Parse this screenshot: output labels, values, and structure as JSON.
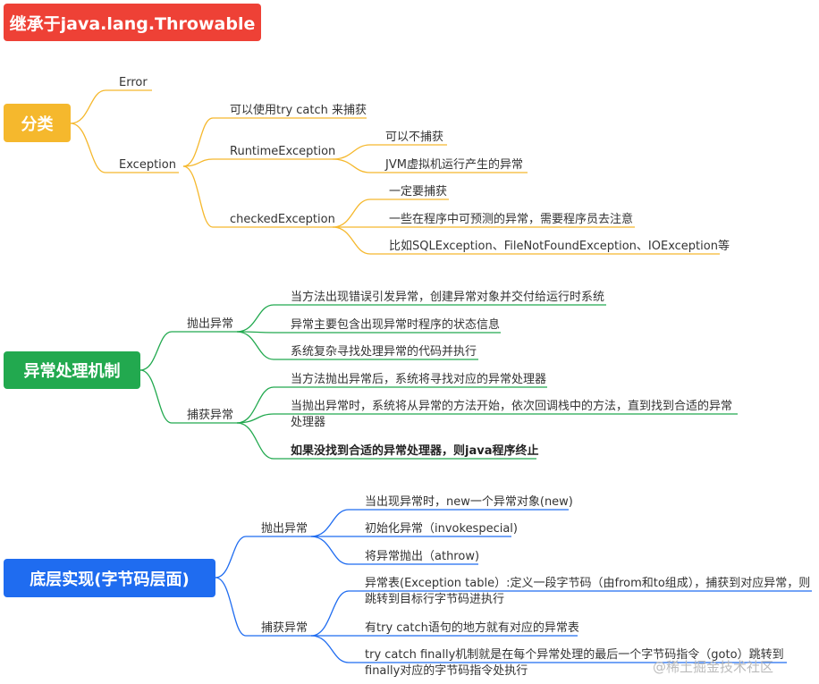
{
  "title": "继承于java.lang.Throwable",
  "colors": {
    "title": "#ee4136",
    "section1": "#f5b82d",
    "section2": "#22a94f",
    "section3": "#1f6cf0"
  },
  "section1": {
    "root": "分类",
    "error": "Error",
    "exception": "Exception",
    "try_catch": "可以使用try catch 来捕获",
    "runtime": "RuntimeException",
    "runtime_1": "可以不捕获",
    "runtime_2": "JVM虚拟机运行产生的异常",
    "checked": "checkedException",
    "checked_1": "一定要捕获",
    "checked_2": "一些在程序中可预测的异常，需要程序员去注意",
    "checked_3": "比如SQLException、FileNotFoundException、IOException等"
  },
  "section2": {
    "root": "异常处理机制",
    "throw": "抛出异常",
    "throw_1": "当方法出现错误引发异常，创建异常对象并交付给运行时系统",
    "throw_2": "异常主要包含出现异常时程序的状态信息",
    "throw_3": "系统复杂寻找处理异常的代码并执行",
    "catch": "捕获异常",
    "catch_1": "当方法抛出异常后，系统将寻找对应的异常处理器",
    "catch_2": "当抛出异常时，系统将从异常的方法开始，依次回调栈中的方法，直到找到合适的异常处理器",
    "catch_3": "如果没找到合适的异常处理器，则java程序终止"
  },
  "section3": {
    "root": "底层实现(字节码层面)",
    "throw": "抛出异常",
    "throw_1": "当出现异常时，new一个异常对象(new)",
    "throw_2": "初始化异常（invokespecial)",
    "throw_3": "将异常抛出（athrow)",
    "catch": "捕获异常",
    "catch_1": "异常表(Exception table）:定义一段字节码（由from和to组成），捕获到对应异常，则跳转到目标行字节码进执行",
    "catch_2": "有try catch语句的地方就有对应的异常表",
    "catch_3": "try catch finally机制就是在每个异常处理的最后一个字节码指令（goto）跳转到finally对应的字节码指令处执行"
  },
  "watermark": "@稀土掘金技术社区"
}
